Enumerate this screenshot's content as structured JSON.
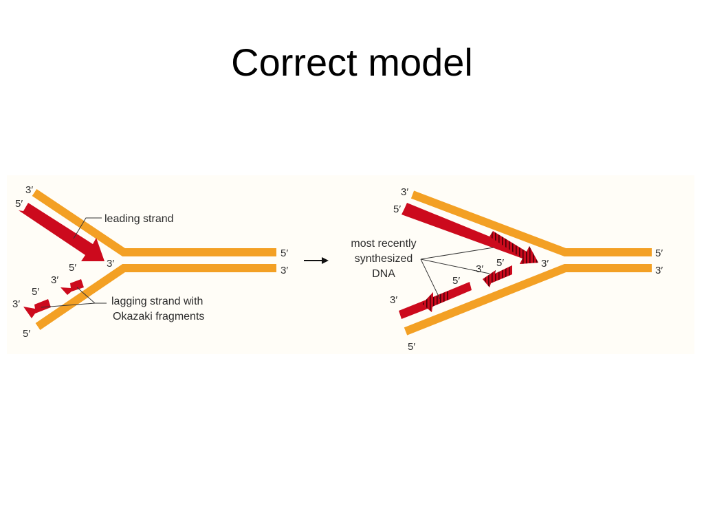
{
  "title": "Correct model",
  "colors": {
    "parental_strand": "#f3a024",
    "new_strand": "#cc0a1d",
    "figure_bg": "#fffdf7",
    "text": "#2b2b2b"
  },
  "left_fork": {
    "end_labels": {
      "top_3": "3′",
      "top_5": "5′",
      "right_5": "5′",
      "right_3": "3′",
      "lead_tip_3": "3′",
      "frag1_5": "5′",
      "frag2_3": "3′",
      "frag2_5": "5′",
      "frag3_3": "3′",
      "bottom_5": "5′"
    },
    "leading_label": "leading strand",
    "lagging_label_line1": "lagging strand with",
    "lagging_label_line2": "Okazaki fragments"
  },
  "right_fork": {
    "end_labels": {
      "top_3": "3′",
      "top_5": "5′",
      "right_5": "5′",
      "right_3": "3′",
      "lead_tip_3": "3′",
      "frag_a_3": "3′",
      "frag_a_5": "5′",
      "frag_b_5": "5′",
      "frag_b_3": "3′",
      "bottom_5": "5′"
    },
    "recent_label_line1": "most recently",
    "recent_label_line2": "synthesized",
    "recent_label_line3": "DNA"
  }
}
